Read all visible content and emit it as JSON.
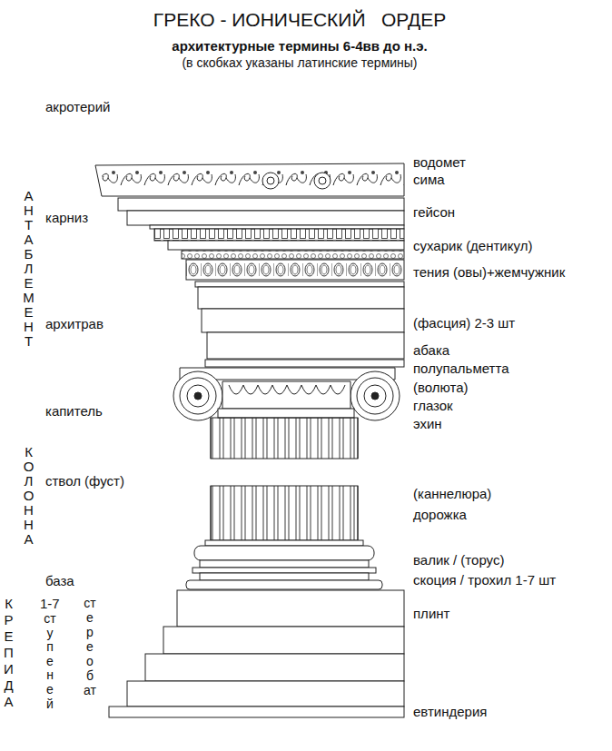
{
  "diagram": {
    "title": "ГРЕКО - ИОНИЧЕСКИЙ   ОРДЕР",
    "labels": [
      "архитектурные термины 6-4вв до н.э.",
      "(в скобках указаны латинские термины)",
      "акротерий",
      "АНТАБЛЕМЕНТ",
      "карниз",
      "архитрав",
      "капитель",
      "КОЛОННА",
      "ствол (фуст)",
      "база",
      "КРЕПИДА",
      "1-7",
      "ступеней",
      "стереобат",
      "водомет",
      "сима",
      "гейсон",
      "сухарик (дентикул)",
      "тения (овы)+жемчужник",
      "(фасция) 2-3 шт",
      "абака",
      "полупальметта",
      "(волюта)",
      "глазок",
      "эхин",
      "(каннелюра)",
      "дорожка",
      "валик / (торус)",
      "скоция / трохил 1-7 шт",
      "плинт",
      "евтиндерия"
    ]
  }
}
